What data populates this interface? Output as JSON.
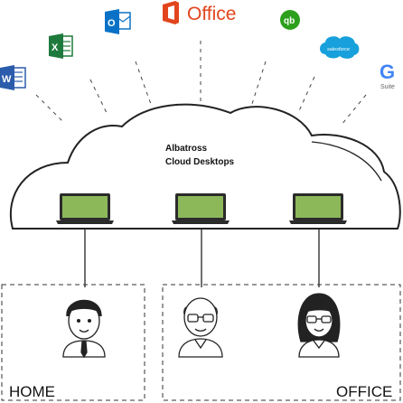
{
  "cloud": {
    "title_line1": "Albatross",
    "title_line2": "Cloud Desktops"
  },
  "apps": {
    "office_label": "Office",
    "gsuite_letter": "G",
    "gsuite_label": "Suite",
    "outlook_letter": "O",
    "excel_letter": "X",
    "word_letter": "W",
    "quickbooks_letter": "qb",
    "salesforce_label": "salesforce"
  },
  "zones": {
    "home_label": "HOME",
    "office_label": "OFFICE"
  },
  "colors": {
    "line": "#222222",
    "dash": "#333333",
    "laptop_screen": "#8cb85a",
    "laptop_frame": "#2b2b2b",
    "office_red": "#e2451d",
    "outlook_blue": "#0a72c6",
    "excel_green": "#1e7a3c",
    "word_blue": "#2b5cab",
    "qb_green": "#2ca01c",
    "salesforce_blue": "#17a0db",
    "google_blue": "#4285f4",
    "google_red": "#ea4335",
    "google_yellow": "#fbbc05",
    "google_green": "#34a853"
  }
}
